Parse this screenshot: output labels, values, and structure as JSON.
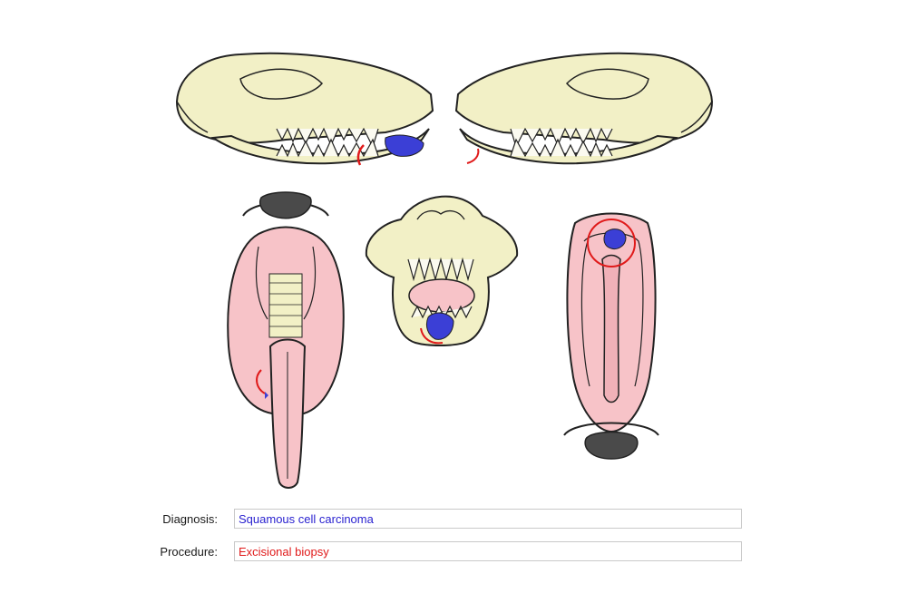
{
  "colors": {
    "bone": "#f2f0c6",
    "tissue": "#f7c3c8",
    "tissue_dark": "#e9a4ab",
    "nose": "#4a4a4a",
    "lesion": "#3b3fd6",
    "margin": "#e01a1a",
    "outline": "#222222"
  },
  "fields": {
    "diagnosis_label": "Diagnosis:",
    "diagnosis_value": "Squamous cell carcinoma",
    "diagnosis_color": "#2a22d0",
    "procedure_label": "Procedure:",
    "procedure_value": "Excisional biopsy",
    "procedure_color": "#e01a1a"
  }
}
